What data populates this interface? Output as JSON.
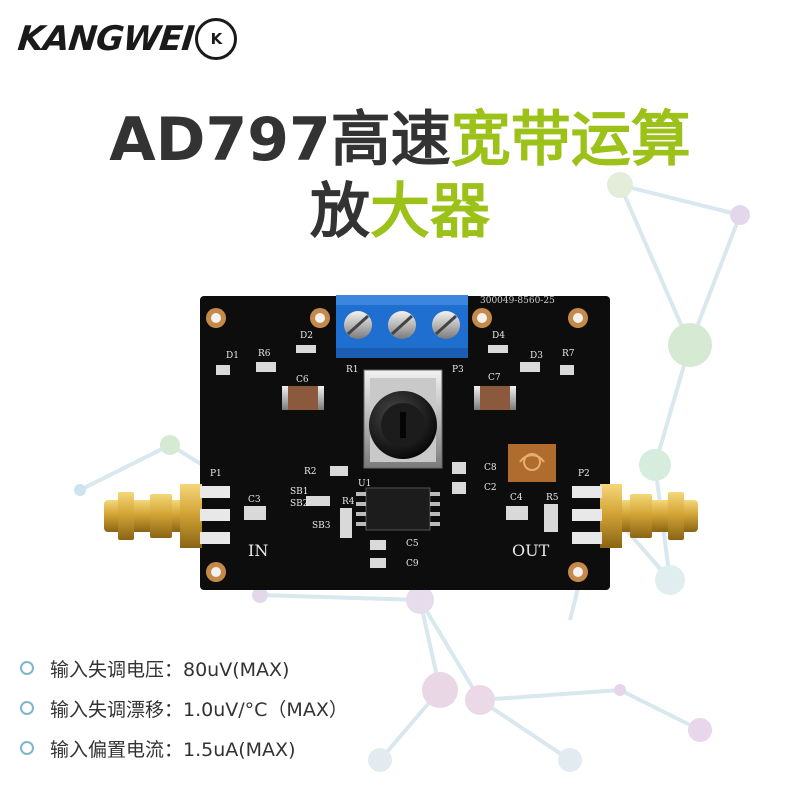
{
  "brand": {
    "logo_text": "KANGWEI",
    "logo_badge": "K"
  },
  "title": {
    "line1_dark": "AD797高速",
    "line1_accent": "宽带运算",
    "line2_dark": "放",
    "line2_accent": "大器"
  },
  "board": {
    "serial": "300049-8560-25",
    "labels": {
      "p1": "P1",
      "p2": "P2",
      "p3": "P3",
      "r1": "R1",
      "d1": "D1",
      "d2": "D2",
      "d3": "D3",
      "d4": "D4",
      "r2": "R2",
      "r4": "R4",
      "r5": "R5",
      "r6": "R6",
      "r7": "R7",
      "c2": "C2",
      "c3": "C3",
      "c4": "C4",
      "c5": "C5",
      "c6": "C6",
      "c7": "C7",
      "c8": "C8",
      "c9": "C9",
      "sb1": "SB1",
      "sb2": "SB2",
      "sb3": "SB3",
      "u1": "U1",
      "in": "IN",
      "out": "OUT"
    }
  },
  "specs": [
    "输入失调电压：80uV(MAX)",
    "输入失调漂移：1.0uV/°C（MAX）",
    "输入偏置电流：1.5uA(MAX)"
  ],
  "colors": {
    "accent": "#9cc21a",
    "pcb": "#0d0d0d",
    "terminal": "#1f6fd1",
    "gold": "#d4a537"
  }
}
